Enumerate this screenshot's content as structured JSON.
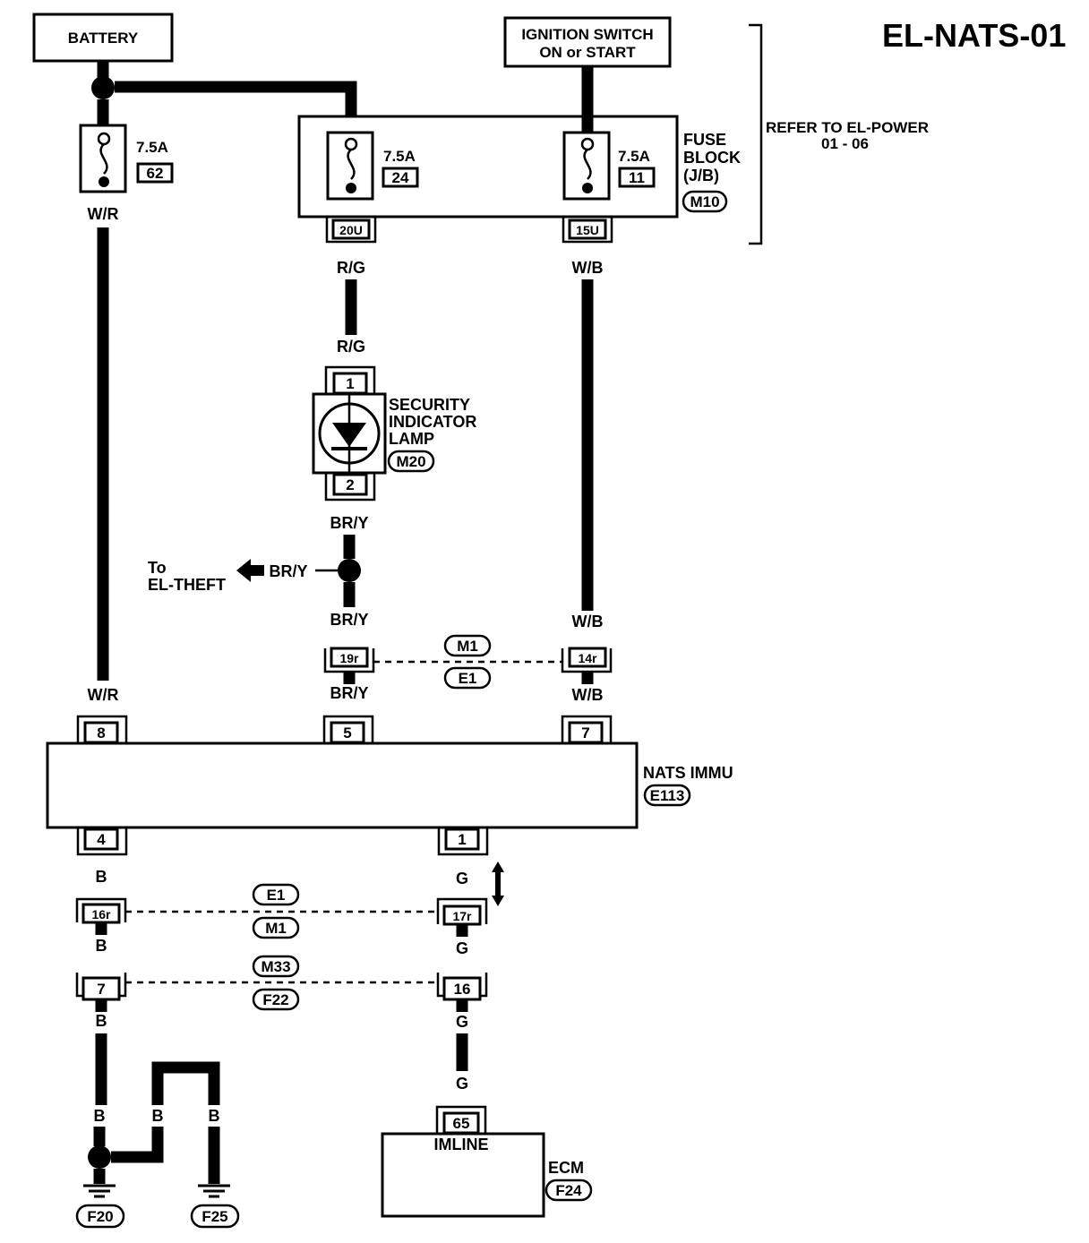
{
  "page_title": "EL-NATS-01",
  "battery_label": "BATTERY",
  "ignition": {
    "line1": "IGNITION SWITCH",
    "line2": "ON or START"
  },
  "refer": {
    "line1": "REFER TO EL-POWER",
    "line2": "01 - 06"
  },
  "fuse_block": {
    "line1": "FUSE",
    "line2": "BLOCK",
    "line3": "(J/B)",
    "connector": "M10"
  },
  "fuses": [
    {
      "rating": "7.5A",
      "number": "62"
    },
    {
      "rating": "7.5A",
      "number": "24"
    },
    {
      "rating": "7.5A",
      "number": "11"
    }
  ],
  "jb_terminals": {
    "left": "20U",
    "right": "15U"
  },
  "wire_colors": {
    "wr": "W/R",
    "rg": "R/G",
    "wb": "W/B",
    "bry": "BR/Y",
    "b": "B",
    "g": "G"
  },
  "lamp": {
    "line1": "SECURITY",
    "line2": "INDICATOR",
    "line3": "LAMP",
    "connector": "M20",
    "pin_in": "1",
    "pin_out": "2"
  },
  "to_theft": {
    "line1": "To",
    "line2": "EL-THEFT"
  },
  "connectors": {
    "c19r": "19r",
    "c14r": "14r",
    "m1": "M1",
    "e1": "E1",
    "c16r": "16r",
    "c17r": "17r",
    "c7": "7",
    "c16": "16",
    "m33": "M33",
    "f22": "F22"
  },
  "nats": {
    "name": "NATS IMMU",
    "connector": "E113",
    "pins": [
      "8",
      "5",
      "7",
      "4",
      "1"
    ]
  },
  "ecm": {
    "name": "ECM",
    "connector": "F24",
    "pin": "65",
    "terminal_name": "IMLINE"
  },
  "grounds": [
    "F20",
    "F25"
  ]
}
